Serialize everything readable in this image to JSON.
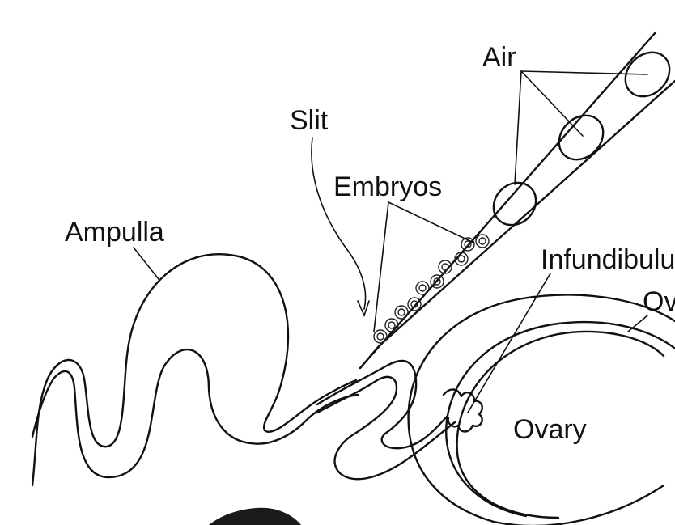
{
  "diagram": {
    "labels": {
      "air": "Air",
      "slit": "Slit",
      "embryos": "Embryos",
      "ampulla": "Ampulla",
      "infundibulum": "Infundibulum",
      "ovarian_bursa": "Ov",
      "ovary": "Ovary"
    },
    "colors": {
      "line": "#111111",
      "background": "#ffffff"
    }
  }
}
